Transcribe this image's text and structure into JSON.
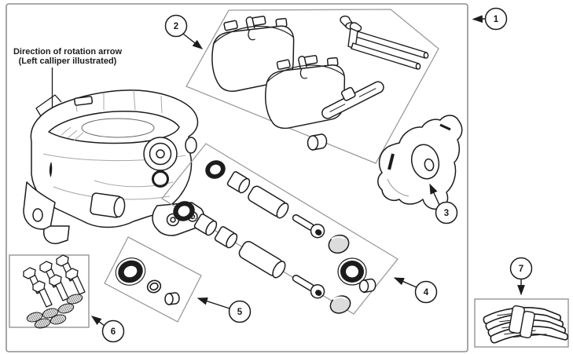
{
  "figure": {
    "annotation": {
      "line1": "Direction of rotation arrow",
      "line2": "(Left calliper illustrated)"
    },
    "callouts": [
      {
        "number": "1",
        "target": "complete-caliper-kit-panel"
      },
      {
        "number": "2",
        "target": "brake-pads-and-tools-box"
      },
      {
        "number": "3",
        "target": "caliper-bracket"
      },
      {
        "number": "4",
        "target": "guide-pin-seal-kit-box"
      },
      {
        "number": "5",
        "target": "piston-seal-kit-box"
      },
      {
        "number": "6",
        "target": "bolts-washers-box"
      },
      {
        "number": "7",
        "target": "pad-retaining-springs-box"
      }
    ],
    "colors": {
      "line": "#1c1c1c",
      "box_outline": "#9b9b9b",
      "seal_dark": "#1c1c1c",
      "cap_gray": "#dcdcdc",
      "background": "#ffffff"
    }
  }
}
